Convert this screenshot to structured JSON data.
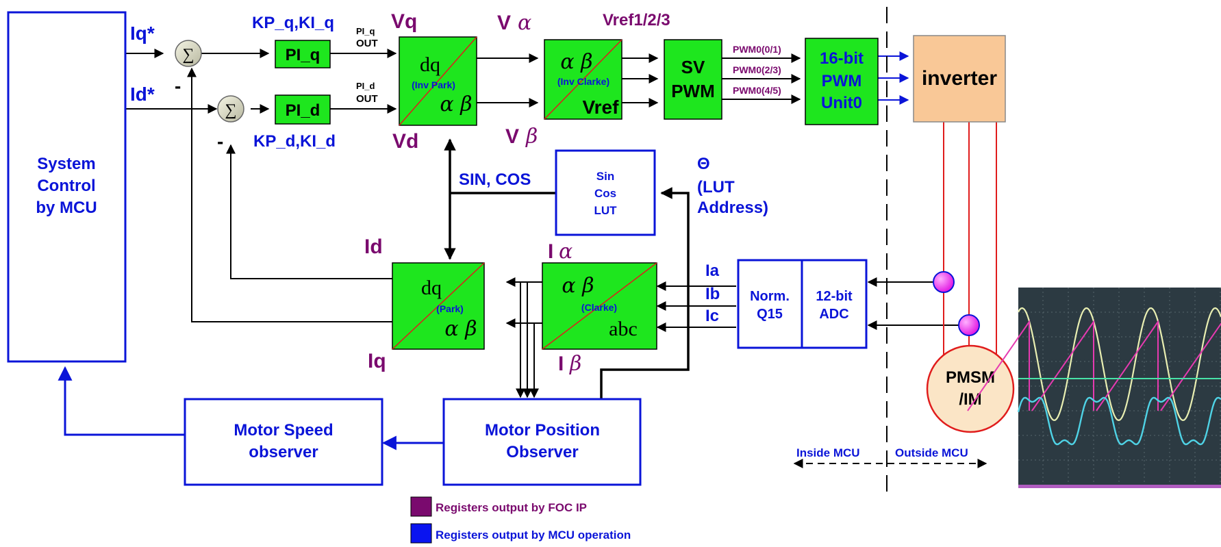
{
  "colors": {
    "block_green": "#1ee61e",
    "inverter_fill": "#f9c897",
    "line_blue": "#0a14d8",
    "label_purple": "#7a0a6e",
    "sensor_magenta": "#ff1aff",
    "motor_red": "#e01c1c"
  },
  "system_control": {
    "line1": "System",
    "line2": "Control",
    "line3": "by MCU"
  },
  "setpoints": {
    "iq_star": "Iq*",
    "id_star": "Id*"
  },
  "summers": {
    "symbol": "∑",
    "minus": "-"
  },
  "pi_q": {
    "label": "PI_q",
    "gains": "KP_q,KI_q",
    "out_line1": "PI_q",
    "out_line2": "OUT"
  },
  "pi_d": {
    "label": "PI_d",
    "gains": "KP_d,KI_d",
    "out_line1": "PI_d",
    "out_line2": "OUT"
  },
  "signals": {
    "vq": "Vq",
    "vd": "Vd",
    "v_alpha_v": "V",
    "v_alpha_g": "α",
    "v_beta_v": "V",
    "v_beta_g": "β",
    "vref123": "Vref1/2/3",
    "id": "Id",
    "iq": "Iq",
    "i_alpha_i": "I",
    "i_alpha_g": "α",
    "i_beta_i": "I",
    "i_beta_g": "β",
    "ia": "Ia",
    "ib": "Ib",
    "ic": "Ic",
    "sincos": "SIN, COS",
    "theta": "Θ",
    "lut_addr1": "(LUT",
    "lut_addr2": "Address)"
  },
  "inv_park": {
    "top": "dq",
    "sub": "(Inv Park)",
    "bottom": "α β"
  },
  "inv_clarke": {
    "top": "α β",
    "sub": "(Inv Clarke)",
    "bottom": "Vref"
  },
  "park": {
    "top": "dq",
    "sub": "(Park)",
    "bottom": "α β"
  },
  "clarke": {
    "top": "α β",
    "sub": "(Clarke)",
    "bottom": "abc"
  },
  "svpwm": {
    "line1": "SV",
    "line2": "PWM"
  },
  "pwm_channels": [
    "PWM0(0/1)",
    "PWM0(2/3)",
    "PWM0(4/5)"
  ],
  "pwm_unit": {
    "line1": "16-bit",
    "line2": "PWM",
    "line3": "Unit0"
  },
  "inverter": {
    "label": "inverter"
  },
  "sincos_lut": {
    "line1": "Sin",
    "line2": "Cos",
    "line3": "LUT"
  },
  "norm": {
    "line1": "Norm.",
    "line2": "Q15"
  },
  "adc": {
    "line1": "12-bit",
    "line2": "ADC"
  },
  "motor": {
    "line1": "PMSM",
    "line2": "/IM"
  },
  "speed_observer": {
    "line1": "Motor Speed",
    "line2": "observer"
  },
  "position_observer": {
    "line1": "Motor Position",
    "line2": "Observer"
  },
  "boundary": {
    "inside": "Inside MCU",
    "outside": "Outside MCU"
  },
  "legend": {
    "foc": {
      "label": "Registers output by FOC IP",
      "color": "#7a0a6e"
    },
    "mcu": {
      "label": "Registers output by MCU operation",
      "color": "#0a14f0"
    }
  }
}
